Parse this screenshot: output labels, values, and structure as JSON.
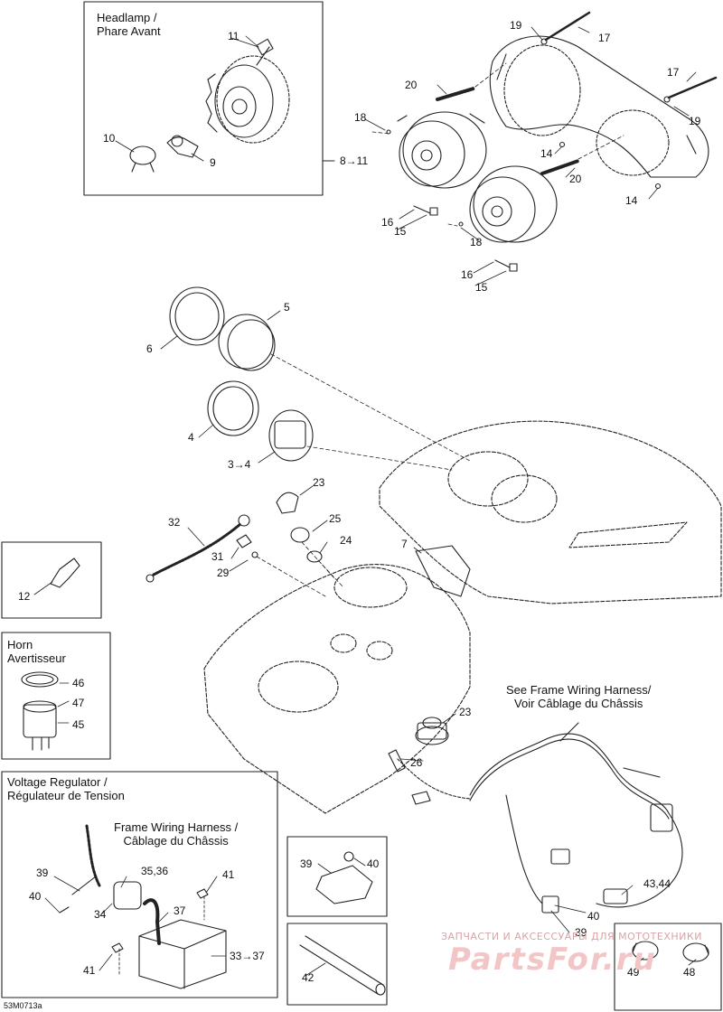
{
  "figure_code": "53M0713a",
  "boxes": {
    "headlamp": {
      "title": "Headlamp /\nPhare Avant"
    },
    "horn": {
      "title": "Horn\nAvertisseur"
    },
    "voltage_regulator": {
      "title": "Voltage Regulator /\nRégulateur de Tension",
      "harness_note": "Frame Wiring Harness /\nCâblage du Châssis"
    }
  },
  "harness_note": "See Frame Wiring Harness/\nVoir Câblage du Châssis",
  "watermark": {
    "top": "ЗАПЧАСТИ И АКСЕССУАРЫ ДЛЯ МОТОТЕХНИКИ",
    "brand": "PartsFor.ru"
  },
  "callouts": {
    "c11_head": "11",
    "c10": "10",
    "c9": "9",
    "c8_11": "8→11",
    "c19a": "19",
    "c17a": "17",
    "c20a": "20",
    "c18a": "18",
    "c17b": "17",
    "c19b": "19",
    "c14a": "14",
    "c20b": "20",
    "c14b": "14",
    "c16a": "16",
    "c15a": "15",
    "c18b": "18",
    "c16b": "16",
    "c15b": "15",
    "c5": "5",
    "c6": "6",
    "c4": "4",
    "c3_4": "3→4",
    "c23a": "23",
    "c32": "32",
    "c25": "25",
    "c31": "31",
    "c24": "24",
    "c29": "29",
    "c7": "7",
    "c12": "12",
    "c46": "46",
    "c47": "47",
    "c45": "45",
    "c23b": "23",
    "c26": "26",
    "c39a": "39",
    "c35_36": "35,36",
    "c41a": "41",
    "c40a": "40",
    "c34": "34",
    "c37": "37",
    "c41b": "41",
    "c33_37": "33→37",
    "c39b": "39",
    "c40b": "40",
    "c42": "42",
    "c43_44": "43,44",
    "c40c": "40",
    "c39c": "39",
    "c49": "49",
    "c48": "48"
  }
}
